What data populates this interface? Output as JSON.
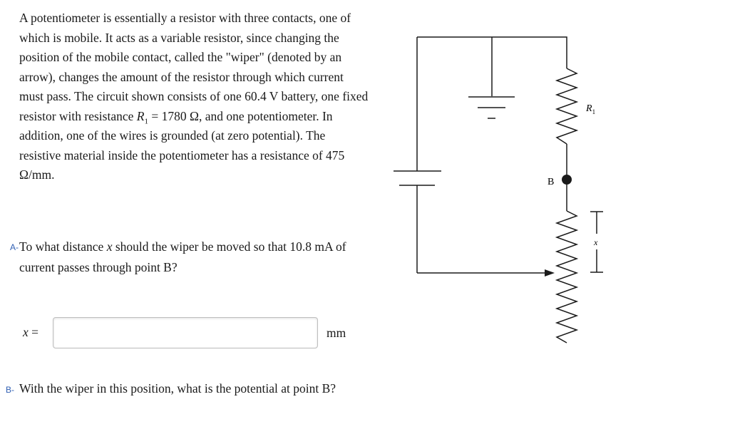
{
  "intro": {
    "text_1": "A potentiometer is essentially a resistor with three contacts, one of which is mobile. It acts as a variable resistor, since changing the position of the mobile contact, called the \"wiper\" (denoted by an arrow), changes the amount of the resistor through which current must pass. The circuit shown consists of one 60.4 V battery, one fixed resistor with resistance ",
    "r_symbol": "R",
    "r_sub": "1",
    "text_2": " = 1780 Ω, and one potentiometer. In addition, one of the wires is grounded (at zero potential). The resistive material inside the potentiometer has a resistance of 475 Ω/mm."
  },
  "question_a": {
    "label": "A-",
    "text_1": "To what distance ",
    "var": "x",
    "text_2": " should the wiper be moved so that 10.8 mA of current passes through point B?"
  },
  "answer_a": {
    "var": "x",
    "eq": " =",
    "value": "",
    "placeholder": "",
    "unit": "mm"
  },
  "question_b": {
    "label": "B-",
    "text": "With the wiper in this position, what is the potential at point B?"
  },
  "circuit": {
    "point_label": "B",
    "resistor_label": "R",
    "resistor_sub": "1",
    "distance_label": "x"
  }
}
